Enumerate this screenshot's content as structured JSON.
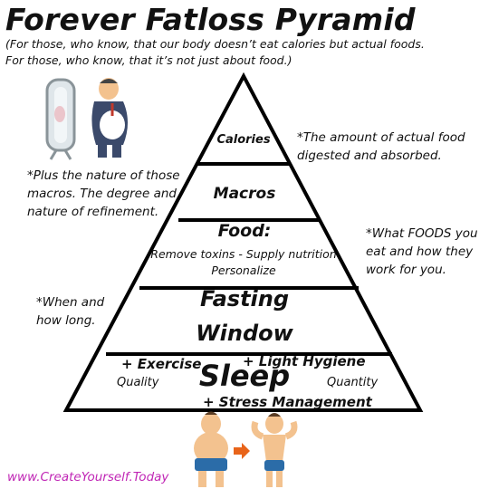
{
  "title": "Forever Fatloss Pyramid",
  "subtitle_lines": [
    "(For those, who know, that our body doesn’t eat calories but actual foods.",
    "For those, who know, that it’s not just about food.)"
  ],
  "levels": {
    "calories": "Calories",
    "macros": "Macros",
    "food": "Food:",
    "food_line1": "Remove toxins - Supply nutrition",
    "food_line2": "Personalize",
    "fasting_line1": "Fasting",
    "fasting_line2": "Window",
    "exercise": "+ Exercise",
    "light": "+ Light Hygiene",
    "sleep": "Sleep",
    "quality": "Quality",
    "quantity": "Quantity",
    "stress": "+ Stress Management"
  },
  "notes": {
    "calories_1": "*The amount of actual food",
    "calories_2": "digested and absorbed.",
    "macros_1": "*Plus the nature of those",
    "macros_2": "macros. The degree and",
    "macros_3": "nature of refinement.",
    "food_1": "*What FOODS you",
    "food_2": "eat and how they",
    "food_3": "work for you.",
    "fasting_1": "*When and",
    "fasting_2": "how long."
  },
  "footer_url": "www.CreateYourself.Today",
  "colors": {
    "url": "#c026b5",
    "skin": "#f3c28f",
    "suit": "#3b4a6b",
    "shorts": "#2b6ca8",
    "arrow": "#e8641a"
  },
  "icons": [
    "mirror-man-illustration",
    "fat-man-illustration",
    "transformation-arrow-icon",
    "fit-man-illustration"
  ]
}
